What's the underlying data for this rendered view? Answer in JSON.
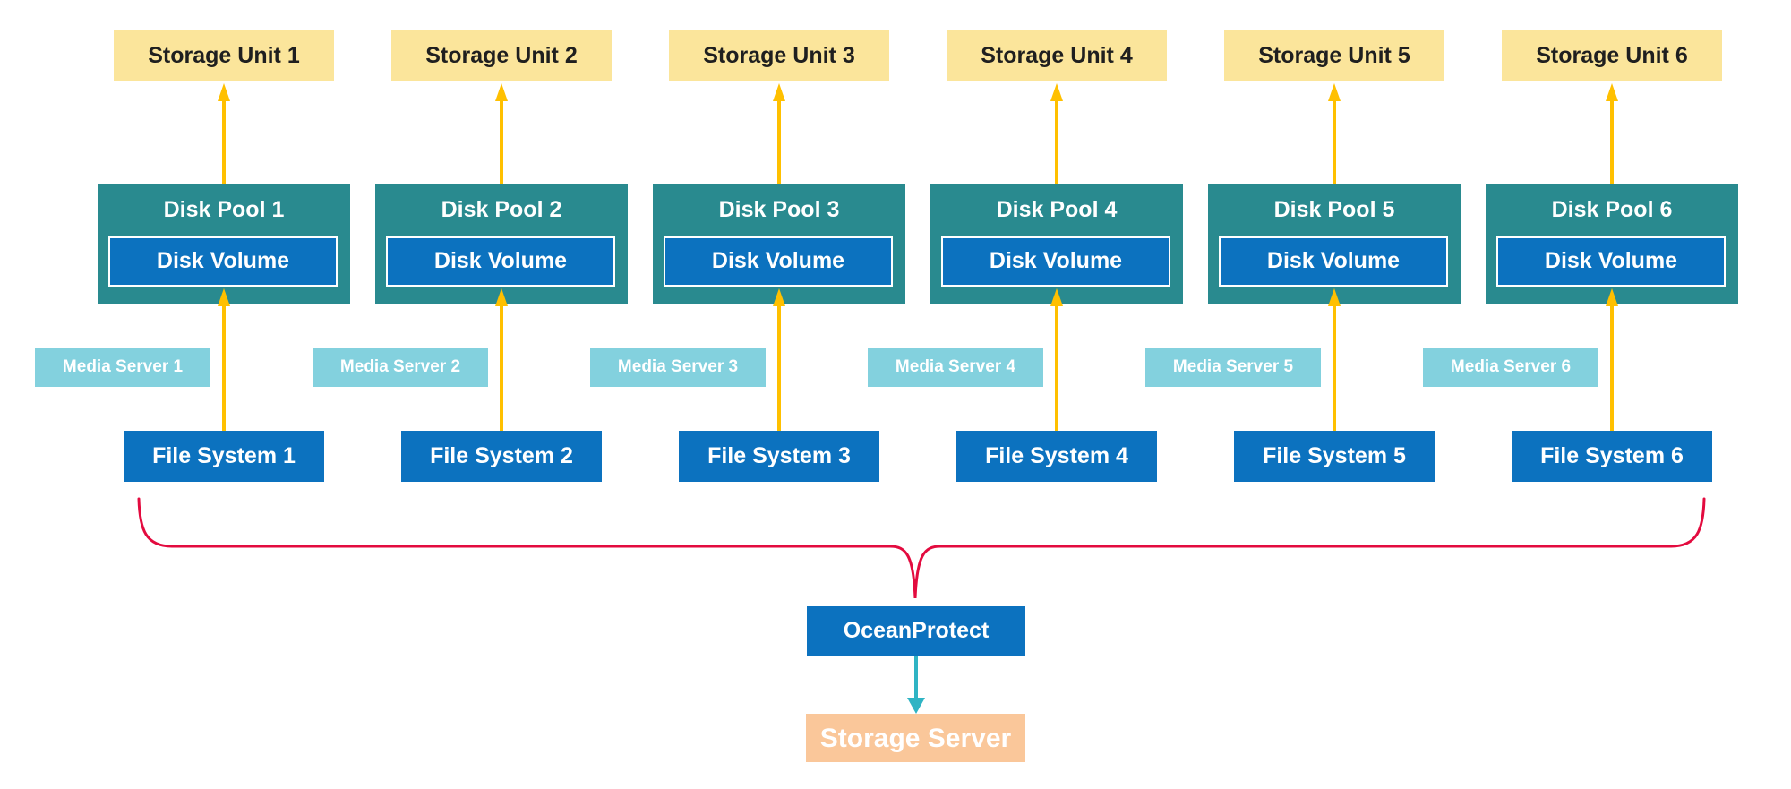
{
  "diagram": {
    "columns": [
      {
        "storage_unit": "Storage Unit 1",
        "disk_pool": "Disk Pool 1",
        "disk_volume": "Disk Volume",
        "media_server": "Media Server 1",
        "file_system": "File System 1"
      },
      {
        "storage_unit": "Storage Unit 2",
        "disk_pool": "Disk Pool 2",
        "disk_volume": "Disk Volume",
        "media_server": "Media Server 2",
        "file_system": "File System 2"
      },
      {
        "storage_unit": "Storage Unit 3",
        "disk_pool": "Disk Pool 3",
        "disk_volume": "Disk Volume",
        "media_server": "Media Server 3",
        "file_system": "File System 3"
      },
      {
        "storage_unit": "Storage Unit 4",
        "disk_pool": "Disk Pool 4",
        "disk_volume": "Disk Volume",
        "media_server": "Media Server 4",
        "file_system": "File System 4"
      },
      {
        "storage_unit": "Storage Unit 5",
        "disk_pool": "Disk Pool 5",
        "disk_volume": "Disk Volume",
        "media_server": "Media Server 5",
        "file_system": "File System 5"
      },
      {
        "storage_unit": "Storage Unit 6",
        "disk_pool": "Disk Pool 6",
        "disk_volume": "Disk Volume",
        "media_server": "Media Server 6",
        "file_system": "File System 6"
      }
    ],
    "aggregator": {
      "label": "OceanProtect"
    },
    "storage_server": {
      "label": "Storage Server"
    }
  },
  "colors": {
    "storage_unit_bg": "#FBE59B",
    "storage_unit_text": "#1F1F1F",
    "disk_pool_bg": "#298A8F",
    "primary_blue": "#0C72BF",
    "media_server_bg": "#83D1DE",
    "gold_arrow": "#FFC000",
    "red_brace": "#E30B3F",
    "teal_arrow": "#2FB4C4",
    "storage_server_bg": "#FAC79A",
    "white_text": "#FFFFFF"
  }
}
